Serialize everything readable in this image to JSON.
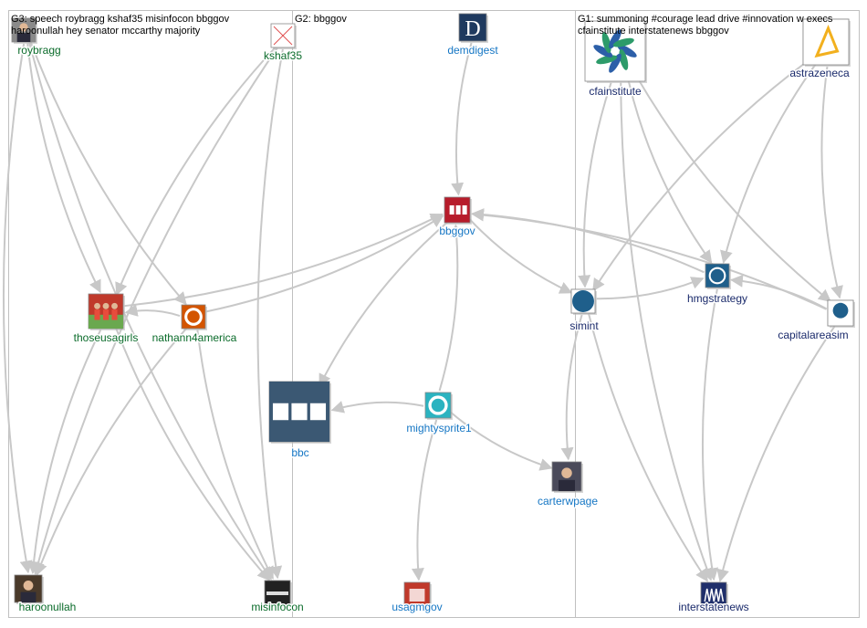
{
  "groups": [
    {
      "id": "G3",
      "lines": [
        "G3: speech roybragg kshaf35 misinfocon bbggov",
        "haroonullah hey senator mccarthy majority"
      ]
    },
    {
      "id": "G2",
      "lines": [
        "G2: bbggov"
      ]
    },
    {
      "id": "G1",
      "lines": [
        "G1: summoning #courage lead drive #innovation w execs",
        "cfainstitute interstatenews bbggov"
      ]
    }
  ],
  "colors": {
    "edge": "#c8c8c8",
    "g3_label": "#0a6b2a",
    "g2_label": "#1576c4",
    "g1_label": "#1a2a6b",
    "divider": "#c0c0c0"
  },
  "nodes": [
    {
      "id": "roybragg",
      "label": "roybragg",
      "group": "G3",
      "icon": "person-photo-icon",
      "fill": "#8a8a8a"
    },
    {
      "id": "kshaf35",
      "label": "kshaf35",
      "group": "G3",
      "icon": "broken-image-icon",
      "fill": "#ffffff"
    },
    {
      "id": "thoseusagirls",
      "label": "thoseusagirls",
      "group": "G3",
      "icon": "group-photo-icon",
      "fill": "#c0392b"
    },
    {
      "id": "nathann4america",
      "label": "nathann4america",
      "group": "G3",
      "icon": "badge-logo-icon",
      "fill": "#d35400"
    },
    {
      "id": "haroonullah",
      "label": "haroonullah",
      "group": "G3",
      "icon": "person-photo-icon",
      "fill": "#4a3a2a"
    },
    {
      "id": "misinfocon",
      "label": "misinfocon",
      "group": "G3",
      "icon": "misinfocon-logo-icon",
      "fill": "#222222"
    },
    {
      "id": "demdigest",
      "label": "demdigest",
      "group": "G2",
      "icon": "letter-d-logo-icon",
      "fill": "#1f3a5f"
    },
    {
      "id": "bbggov",
      "label": "bbggov",
      "group": "G2",
      "icon": "bbg-logo-icon",
      "fill": "#b71c2b"
    },
    {
      "id": "bbc",
      "label": "bbc",
      "group": "G2",
      "icon": "bbc-logo-icon",
      "fill": "#2a3f55"
    },
    {
      "id": "mightysprite1",
      "label": "mightysprite1",
      "group": "G2",
      "icon": "badge-logo-icon",
      "fill": "#2bb3c0"
    },
    {
      "id": "carterwpage",
      "label": "carterwpage",
      "group": "G2",
      "icon": "person-photo-icon",
      "fill": "#4a4a5a"
    },
    {
      "id": "usagmgov",
      "label": "usagmgov",
      "group": "G2",
      "icon": "usagm-logo-icon",
      "fill": "#c0392b"
    },
    {
      "id": "cfainstitute",
      "label": "cfainstitute",
      "group": "G1",
      "icon": "cfa-logo-icon",
      "fill": "#ffffff"
    },
    {
      "id": "astrazeneca",
      "label": "astrazeneca",
      "group": "G1",
      "icon": "astrazeneca-logo-icon",
      "fill": "#f2b01e"
    },
    {
      "id": "simint",
      "label": "simint",
      "group": "G1",
      "icon": "sim-logo-icon",
      "fill": "#1f5f8b"
    },
    {
      "id": "hmgstrategy",
      "label": "hmgstrategy",
      "group": "G1",
      "icon": "hmg-logo-icon",
      "fill": "#1f5f8b"
    },
    {
      "id": "capitalareasim",
      "label": "capitalareasim",
      "group": "G1",
      "icon": "sim-logo-icon",
      "fill": "#1f5f8b"
    },
    {
      "id": "interstatenews",
      "label": "interstatenews",
      "group": "G1",
      "icon": "interstatenews-logo-icon",
      "fill": "#1f2f6b"
    }
  ],
  "edges": [
    [
      "roybragg",
      "thoseusagirls"
    ],
    [
      "roybragg",
      "haroonullah"
    ],
    [
      "roybragg",
      "nathann4america"
    ],
    [
      "roybragg",
      "misinfocon"
    ],
    [
      "kshaf35",
      "thoseusagirls"
    ],
    [
      "kshaf35",
      "misinfocon"
    ],
    [
      "kshaf35",
      "haroonullah"
    ],
    [
      "thoseusagirls",
      "haroonullah"
    ],
    [
      "thoseusagirls",
      "misinfocon"
    ],
    [
      "thoseusagirls",
      "bbggov"
    ],
    [
      "nathann4america",
      "thoseusagirls"
    ],
    [
      "nathann4america",
      "bbggov"
    ],
    [
      "nathann4america",
      "misinfocon"
    ],
    [
      "nathann4america",
      "haroonullah"
    ],
    [
      "demdigest",
      "bbggov"
    ],
    [
      "bbggov",
      "simint"
    ],
    [
      "bbggov",
      "bbc"
    ],
    [
      "mightysprite1",
      "bbc"
    ],
    [
      "mightysprite1",
      "carterwpage"
    ],
    [
      "mightysprite1",
      "usagmgov"
    ],
    [
      "mightysprite1",
      "bbggov"
    ],
    [
      "cfainstitute",
      "simint"
    ],
    [
      "cfainstitute",
      "capitalareasim"
    ],
    [
      "cfainstitute",
      "hmgstrategy"
    ],
    [
      "astrazeneca",
      "simint"
    ],
    [
      "astrazeneca",
      "hmgstrategy"
    ],
    [
      "astrazeneca",
      "capitalareasim"
    ],
    [
      "simint",
      "hmgstrategy"
    ],
    [
      "simint",
      "interstatenews"
    ],
    [
      "simint",
      "carterwpage"
    ],
    [
      "hmgstrategy",
      "bbggov"
    ],
    [
      "hmgstrategy",
      "interstatenews"
    ],
    [
      "capitalareasim",
      "bbggov"
    ],
    [
      "capitalareasim",
      "hmgstrategy"
    ],
    [
      "capitalareasim",
      "interstatenews"
    ],
    [
      "cfainstitute",
      "interstatenews"
    ]
  ]
}
